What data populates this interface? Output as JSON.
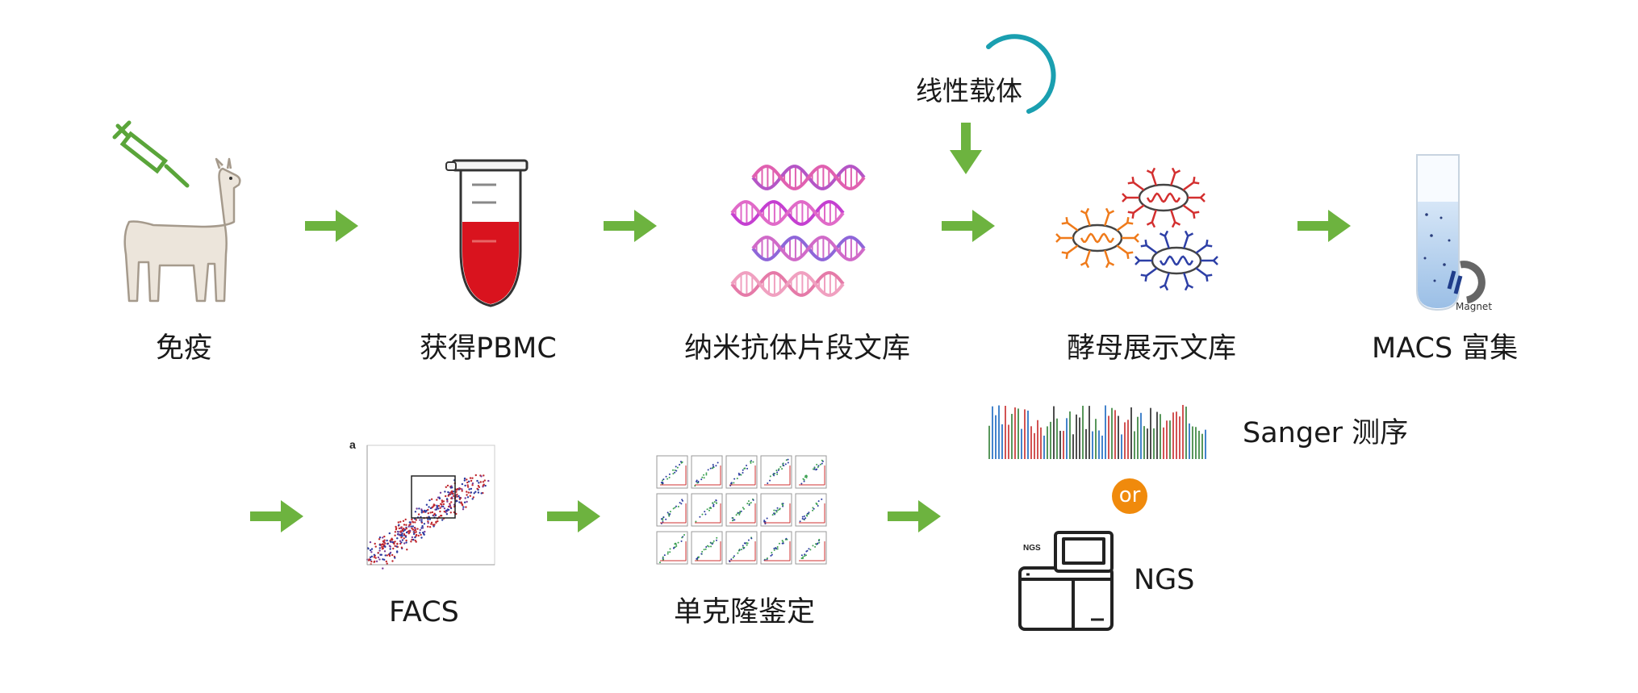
{
  "steps": {
    "immunize": "免疫",
    "pbmc": "获得PBMC",
    "nanobody_library": "纳米抗体片段文库",
    "linear_vector": "线性载体",
    "yeast_library": "酵母展示文库",
    "macs": "MACS 富集",
    "facs": "FACS",
    "monoclonal": "单克隆鉴定",
    "sanger": "Sanger 测序",
    "or": "or",
    "ngs": "NGS"
  },
  "icon_text": {
    "magnet": "Magnet",
    "facs_panel": "a",
    "ngs_machine": "NGS"
  },
  "colors": {
    "arrow": "#6db33f",
    "or_badge": "#f08a0c",
    "vector_ring": "#1a9fb0",
    "blood": "#d9131e"
  }
}
